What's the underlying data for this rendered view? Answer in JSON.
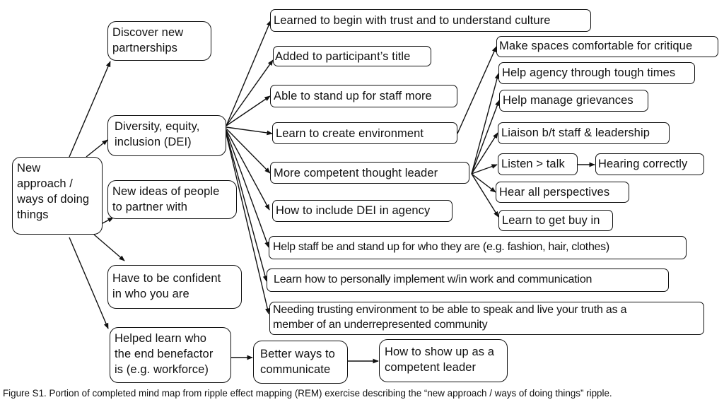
{
  "diagram": {
    "root": {
      "id": "root",
      "label": "New approach / ways of doing things"
    },
    "nodes": [
      {
        "id": "discover",
        "label": "Discover new partnerships"
      },
      {
        "id": "dei",
        "label": "Diversity, equity, inclusion (DEI)"
      },
      {
        "id": "newideas",
        "label": "New ideas of people to partner with"
      },
      {
        "id": "confident",
        "label": "Have to be confident in who you are"
      },
      {
        "id": "benefactor",
        "label": "Helped learn who the end benefactor is (e.g. workforce)"
      },
      {
        "id": "better",
        "label": "Better ways to communicate"
      },
      {
        "id": "showup",
        "label": "How to show up as a competent leader"
      },
      {
        "id": "trust",
        "label": "Learned to begin with trust and to understand culture"
      },
      {
        "id": "title",
        "label": "Added to participant’s title"
      },
      {
        "id": "standup",
        "label": "Able to stand up for staff more"
      },
      {
        "id": "environment",
        "label": "Learn to create environment"
      },
      {
        "id": "thought",
        "label": "More competent thought leader"
      },
      {
        "id": "includedei",
        "label": "How to include DEI in agency"
      },
      {
        "id": "helpstaff",
        "label": "Help staff be and stand up for who they are (e.g. fashion, hair, clothes)"
      },
      {
        "id": "implement",
        "label": "Learn how to personally implement w/in work and communication"
      },
      {
        "id": "needing",
        "label": "Needing trusting environment to be able to speak and live your truth as a member of an underrepresented community"
      },
      {
        "id": "critique",
        "label": "Make spaces comfortable for critique"
      },
      {
        "id": "tough",
        "label": "Help agency through tough times"
      },
      {
        "id": "grievances",
        "label": "Help manage grievances"
      },
      {
        "id": "liaison",
        "label": "Liaison b/t staff & leadership"
      },
      {
        "id": "listen",
        "label": "Listen > talk"
      },
      {
        "id": "hearing",
        "label": "Hearing correctly"
      },
      {
        "id": "perspectives",
        "label": "Hear all perspectives"
      },
      {
        "id": "buyin",
        "label": "Learn to get buy in"
      }
    ],
    "edges": [
      [
        "root",
        "discover"
      ],
      [
        "root",
        "dei"
      ],
      [
        "root",
        "newideas"
      ],
      [
        "root",
        "confident"
      ],
      [
        "root",
        "benefactor"
      ],
      [
        "benefactor",
        "better"
      ],
      [
        "better",
        "showup"
      ],
      [
        "dei",
        "trust"
      ],
      [
        "dei",
        "title"
      ],
      [
        "dei",
        "standup"
      ],
      [
        "dei",
        "environment"
      ],
      [
        "dei",
        "thought"
      ],
      [
        "dei",
        "includedei"
      ],
      [
        "dei",
        "helpstaff"
      ],
      [
        "dei",
        "implement"
      ],
      [
        "dei",
        "needing"
      ],
      [
        "environment",
        "critique"
      ],
      [
        "thought",
        "tough"
      ],
      [
        "thought",
        "grievances"
      ],
      [
        "thought",
        "liaison"
      ],
      [
        "thought",
        "listen"
      ],
      [
        "thought",
        "perspectives"
      ],
      [
        "thought",
        "buyin"
      ],
      [
        "listen",
        "hearing"
      ]
    ]
  },
  "caption": "Figure S1. Portion of completed mind map from ripple effect mapping (REM) exercise describing the “new approach / ways of doing things” ripple."
}
